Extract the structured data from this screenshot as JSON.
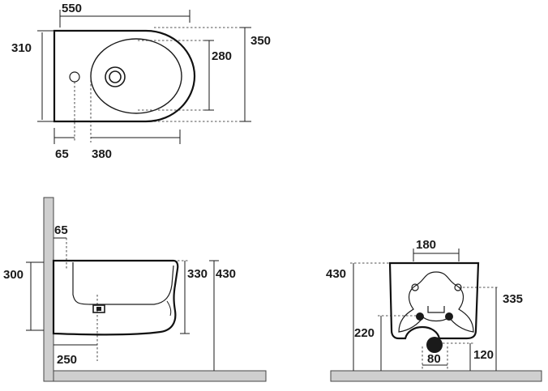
{
  "top_view": {
    "dims": {
      "length": "550",
      "width": "310",
      "bowl_width": "280",
      "overall_width": "350",
      "hole_offset": "65",
      "bowl_length": "380"
    }
  },
  "side_view": {
    "dims": {
      "hole_offset": "65",
      "wall_height": "300",
      "inner_height": "330",
      "total_height": "430",
      "outlet_distance": "250"
    }
  },
  "back_view": {
    "dims": {
      "fixing_spacing": "180",
      "total_height": "430",
      "fixing_height": "335",
      "outlet_height": "220",
      "outlet_width": "80",
      "floor_offset": "120"
    }
  },
  "colors": {
    "line": "#1a1a1a",
    "wall": "#cfcfcf"
  }
}
